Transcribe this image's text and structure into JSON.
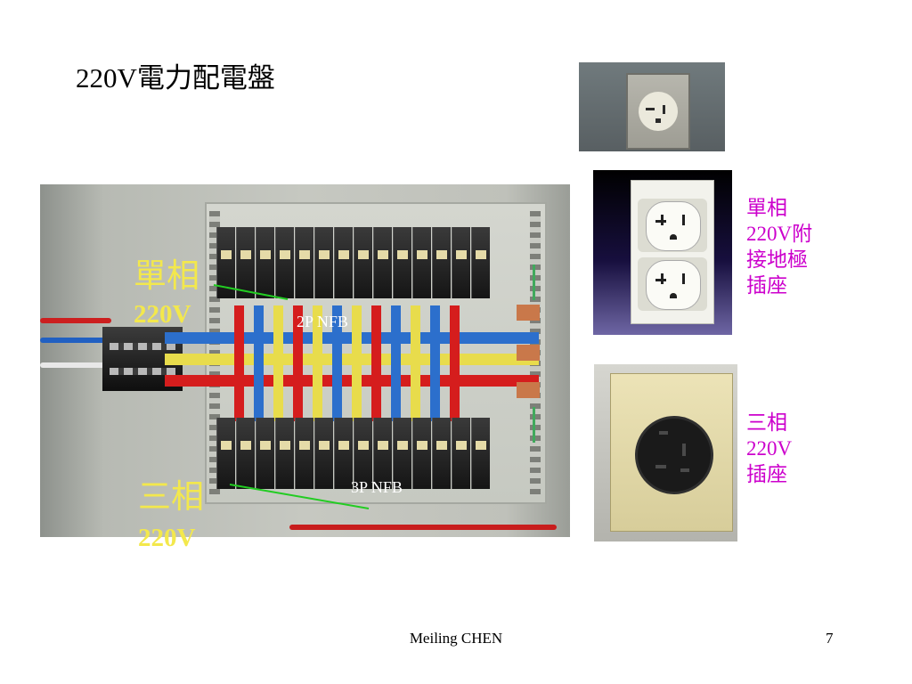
{
  "slide": {
    "title": "220V電力配電盤",
    "page_number": "7",
    "footer": "Meiling CHEN"
  },
  "panel_photo": {
    "single_phase_label": "單相",
    "single_phase_voltage": "220V",
    "three_phase_label": "三相",
    "three_phase_voltage": "220V",
    "nfb_2p_label": "2P NFB",
    "nfb_3p_label": "3P NFB"
  },
  "outlets": {
    "single_phase_caption": "單相\n220V附\n接地極\n插座",
    "three_phase_caption": "三相\n220V\n插座"
  },
  "colors": {
    "label_yellow": "#f3e84c",
    "caption_magenta": "#cc00cc",
    "pointer_green": "#22cc22"
  }
}
